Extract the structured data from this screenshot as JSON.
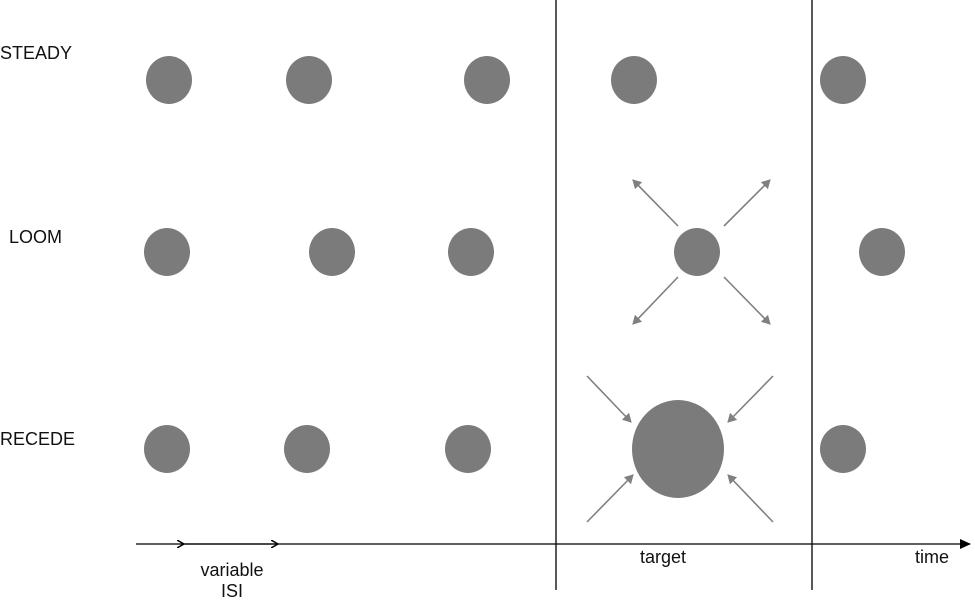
{
  "rows": [
    {
      "label": "STEADY"
    },
    {
      "label": "LOOM"
    },
    {
      "label": "RECEDE"
    }
  ],
  "axis": {
    "time_label": "time",
    "target_label": "target",
    "isi_label_line1": "variable",
    "isi_label_line2": "ISI"
  },
  "colors": {
    "dot": "#7b7b7b",
    "arrow": "#808080",
    "line": "#000000",
    "text": "#111111"
  }
}
